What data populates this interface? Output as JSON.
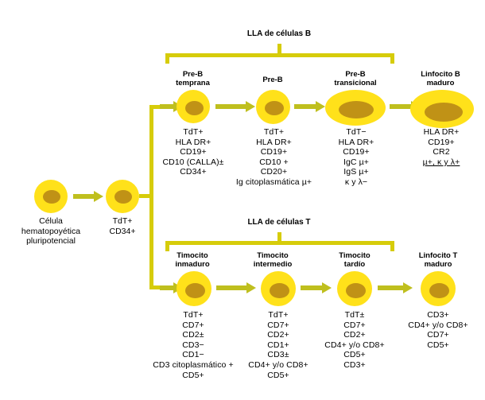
{
  "diagram": {
    "title_b": "LLA de células B",
    "title_t": "LLA de células T",
    "colors": {
      "cell_cytoplasm": "#FFE11A",
      "cell_nucleus": "#C09216",
      "connector": "#D6CC0A",
      "arrow": "#BFBF1E",
      "background": "#FFFFFF",
      "text": "#000000"
    }
  },
  "stem": {
    "pluripotent_label": "Célula\nhematopoyética\npluripotencial",
    "progenitor_label": "TdT+\nCD34+"
  },
  "b_lineage": {
    "stages": [
      {
        "name": "Pre-B\ntemprana",
        "markers": "TdT+\nHLA DR+\nCD19+\nCD10 (CALLA)±\nCD34+"
      },
      {
        "name": "Pre-B",
        "markers": "TdT+\nHLA DR+\nCD19+\nCD10 +\nCD20+\nIg citoplasmática µ+"
      },
      {
        "name": "Pre-B\ntransicional",
        "markers": "TdT−\nHLA DR+\nCD19+\nIgC µ+\nIgS µ+\nκ y λ−"
      },
      {
        "name": "Linfocito B\nmaduro",
        "markers_head": "HLA DR+\nCD19+\nCR2",
        "markers_underlined": "µ+, κ y λ+"
      }
    ]
  },
  "t_lineage": {
    "stages": [
      {
        "name": "Timocito\ninmaduro",
        "markers": "TdT+\nCD7+\nCD2±\nCD3−\nCD1−\nCD3 citoplasmático +\nCD5+"
      },
      {
        "name": "Timocito\nintermedio",
        "markers": "TdT+\nCD7+\nCD2+\nCD1+\nCD3±\nCD4+ y/o CD8+\nCD5+"
      },
      {
        "name": "Timocito\ntardío",
        "markers": "TdT±\nCD7+\nCD2+\nCD4+ y/o CD8+\nCD5+\nCD3+"
      },
      {
        "name": "Linfocito T\nmaduro",
        "markers": "CD3+\nCD4+ y/o CD8+\nCD7+\nCD5+"
      }
    ]
  }
}
